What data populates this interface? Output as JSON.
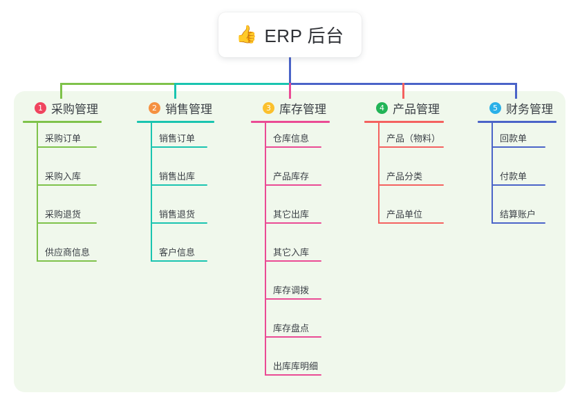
{
  "root": {
    "icon": "thumbs-up-icon",
    "emoji": "👍",
    "title": "ERP 后台"
  },
  "panel": {
    "background": "#f0f8ec"
  },
  "columns": [
    {
      "index": "1",
      "badge_number": "1",
      "badge_color": "#f0455f",
      "line_color": "#7ec24a",
      "title": "采购管理",
      "items": [
        "采购订单",
        "采购入库",
        "采购退货",
        "供应商信息"
      ]
    },
    {
      "index": "2",
      "badge_number": "2",
      "badge_color": "#f59141",
      "line_color": "#19c4b0",
      "title": "销售管理",
      "items": [
        "销售订单",
        "销售出库",
        "销售退货",
        "客户信息"
      ]
    },
    {
      "index": "3",
      "badge_number": "3",
      "badge_color": "#fbc02d",
      "line_color": "#ea4a94",
      "title": "库存管理",
      "items": [
        "仓库信息",
        "产品库存",
        "其它出库",
        "其它入库",
        "库存调拨",
        "库存盘点",
        "出库库明细"
      ]
    },
    {
      "index": "4",
      "badge_number": "4",
      "badge_color": "#22b457",
      "line_color": "#f4615f",
      "title": "产品管理",
      "items": [
        "产品（物料）",
        "产品分类",
        "产品单位"
      ]
    },
    {
      "index": "5",
      "badge_number": "5",
      "badge_color": "#2ab0e8",
      "line_color": "#4a63c8",
      "title": "财务管理",
      "items": [
        "回款单",
        "付款单",
        "结算账户"
      ]
    }
  ],
  "connectors": {
    "stem_color": "#4a63c8",
    "bus_segments": [
      {
        "color": "#7ec24a",
        "note": "left-end to column1 drop"
      },
      {
        "color": "#19c4b0",
        "note": "column1 to column3 drop"
      },
      {
        "color": "#4a63c8",
        "note": "column3 drop to right-end"
      }
    ],
    "drop_colors": [
      "#7ec24a",
      "#19c4b0",
      "#ea4a94",
      "#f4615f",
      "#4a63c8"
    ]
  }
}
